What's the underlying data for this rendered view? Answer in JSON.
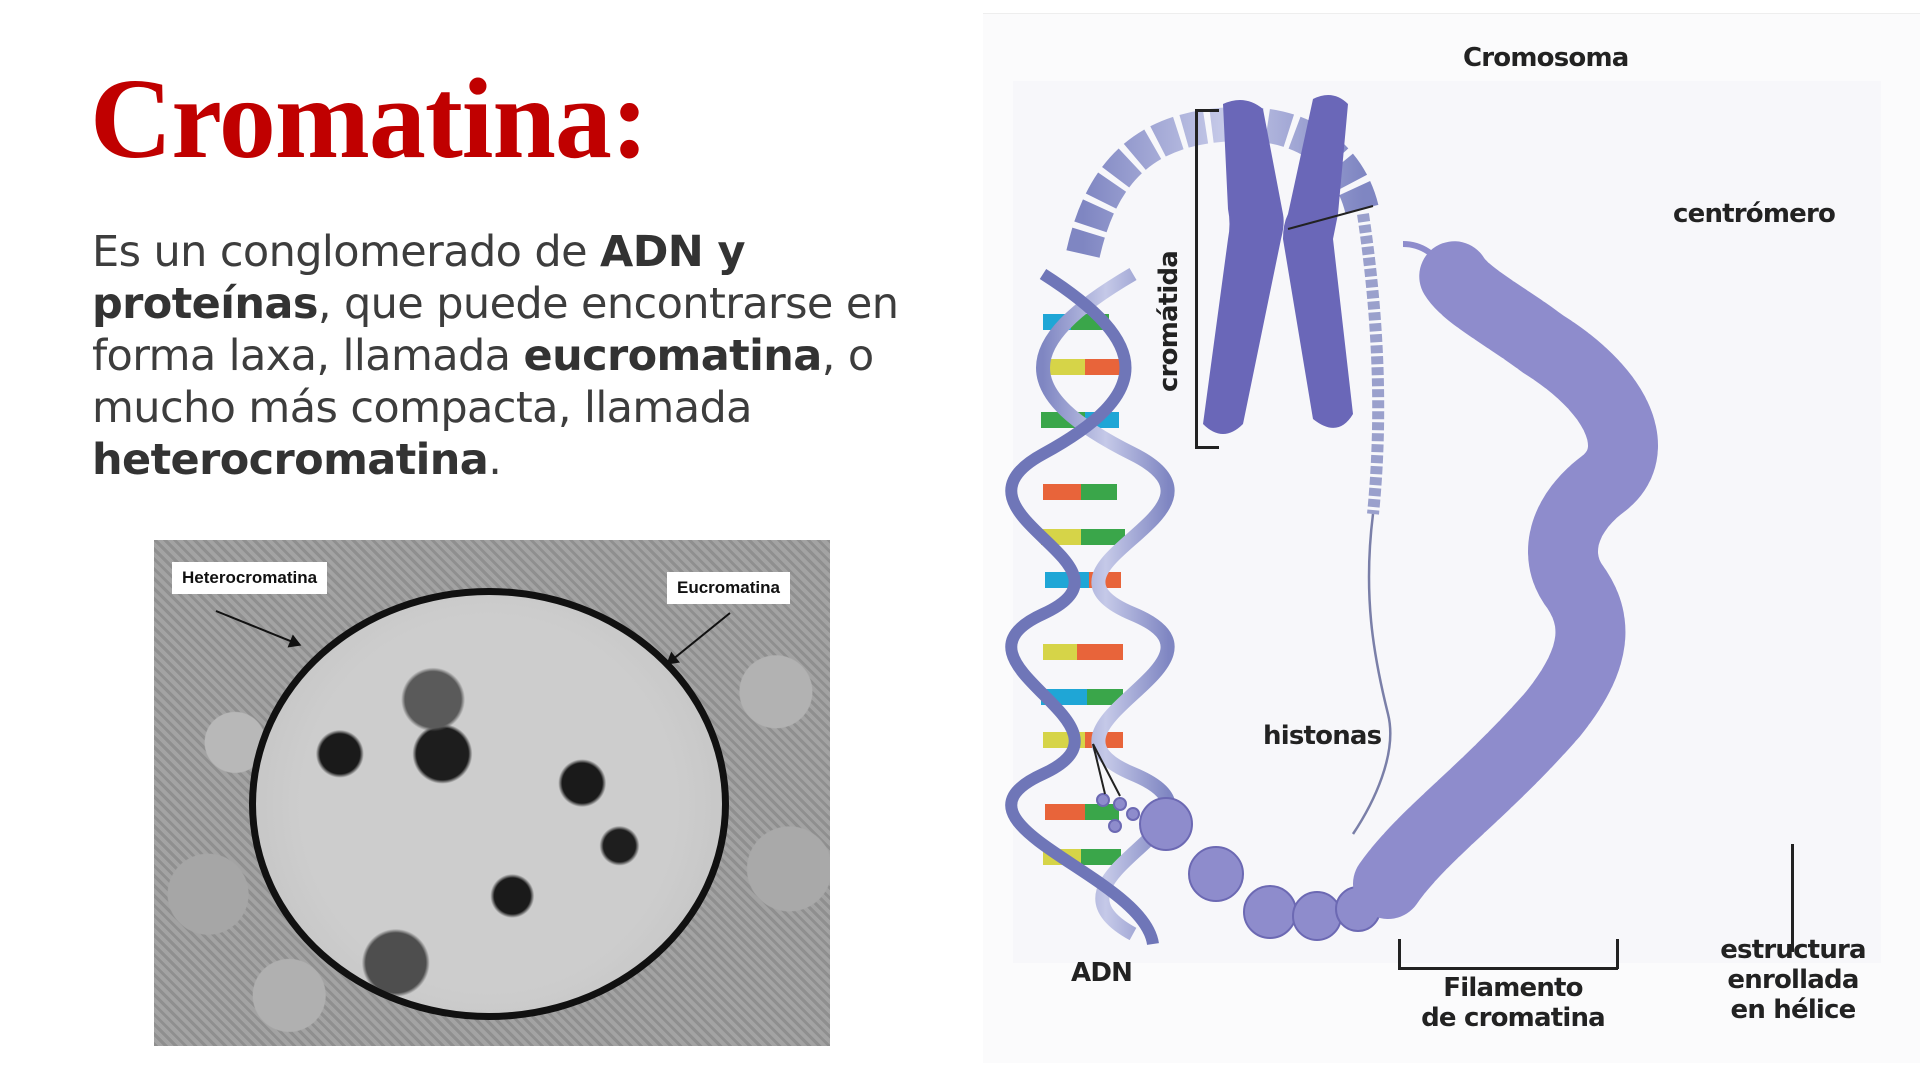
{
  "slide": {
    "title": "Cromatina:",
    "title_color": "#c00000",
    "body": {
      "part1": "Es un conglomerado de ",
      "bold1": "ADN y proteínas",
      "part2": ", que puede encontrarse en forma laxa, llamada ",
      "bold2": "eucromatina",
      "part3": ", o mucho más compacta, llamada ",
      "bold3": "heterocromatina",
      "part4": "."
    }
  },
  "micrograph": {
    "label_left": "Heterocromatina",
    "label_right": "Eucromatina"
  },
  "diagram": {
    "labels": {
      "cromosoma": "Cromosoma",
      "centromero": "centrómero",
      "cromatida": "cromátida",
      "histonas": "histonas",
      "adn": "ADN",
      "filamento_line1": "Filamento",
      "filamento_line2": "de cromatina",
      "estructura_line1": "estructura",
      "estructura_line2": "enrollada",
      "estructura_line3": "en hélice"
    },
    "colors": {
      "chromosome": "#6a67b8",
      "helix_backbone": "#8f95c8",
      "base_orange": "#e8643a",
      "base_green": "#3aa64a",
      "base_yellow": "#d6d448",
      "base_cyan": "#1fa6d6"
    }
  }
}
